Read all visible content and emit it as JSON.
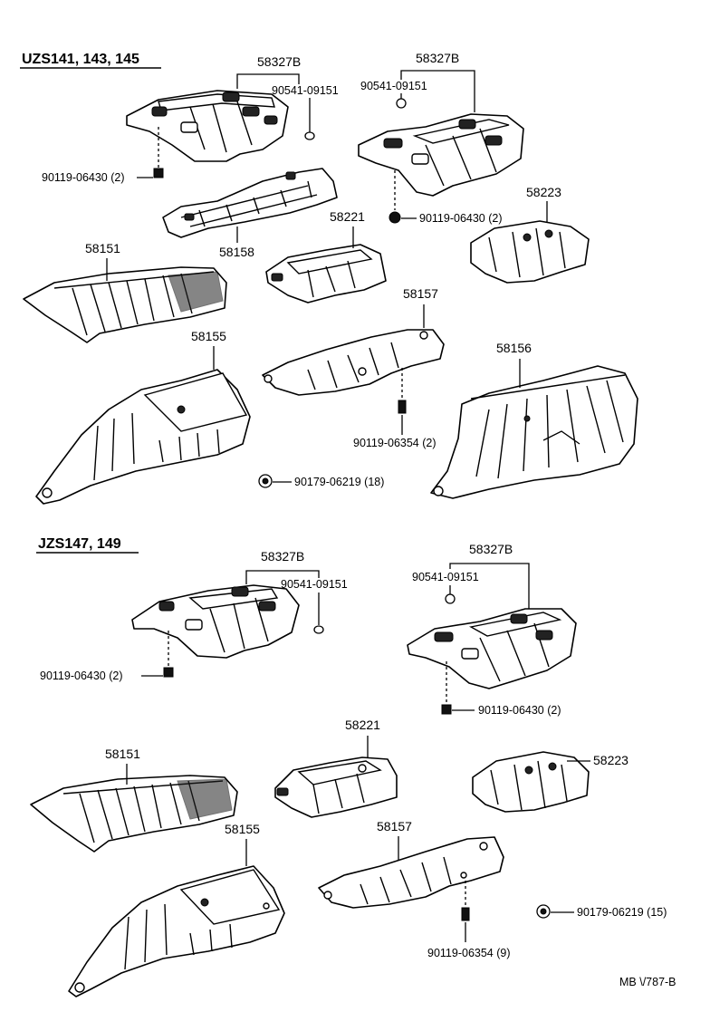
{
  "sections": [
    {
      "heading": "UZS141, 143, 145",
      "labels": {
        "p58327b_left": "58327B",
        "washer_left": "90541-09151",
        "p58327b_right": "58327B",
        "washer_right": "90541-09151",
        "bolt_left": "90119-06430 (2)",
        "bolt_right": "90119-06430 (2)",
        "p58158": "58158",
        "p58221": "58221",
        "p58223": "58223",
        "p58151": "58151",
        "p58157": "58157",
        "p58155": "58155",
        "p58156": "58156",
        "bolt_58157": "90119-06354 (2)",
        "nut": "90179-06219 (18)"
      }
    },
    {
      "heading": "JZS147, 149",
      "labels": {
        "p58327b_left": "58327B",
        "washer_left": "90541-09151",
        "p58327b_right": "58327B",
        "washer_right": "90541-09151",
        "bolt_left": "90119-06430 (2)",
        "bolt_right": "90119-06430 (2)",
        "p58221": "58221",
        "p58223": "58223",
        "p58151": "58151",
        "p58155": "58155",
        "p58157": "58157",
        "bolt_58157": "90119-06354 (9)",
        "nut": "90179-06219 (15)"
      }
    }
  ],
  "footer_code": "MB \\/787-B"
}
